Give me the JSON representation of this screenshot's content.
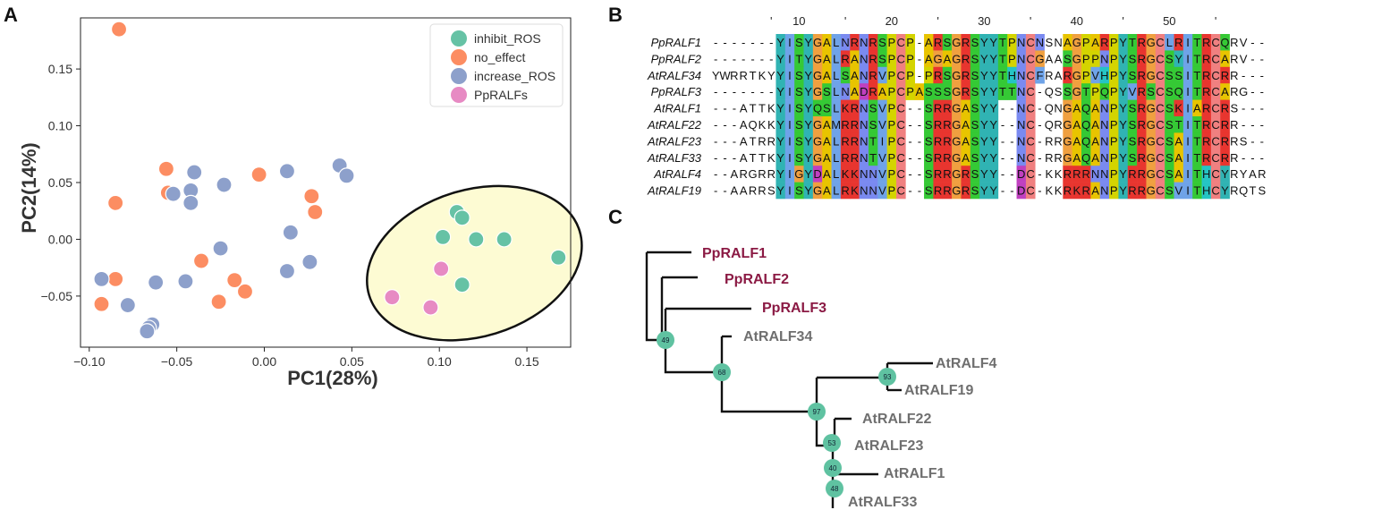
{
  "panels": {
    "a": "A",
    "b": "B",
    "c": "C"
  },
  "colors": {
    "inhibit_ROS": "#66c2a5",
    "no_effect": "#fc8d62",
    "increase_ROS": "#8da0cb",
    "PpRALFs": "#e78ac3",
    "ellipse_fill": "#fdfbd3",
    "tree_pp_label": "#8b1a44",
    "tree_at_label": "#6f6f6f",
    "node": "#5fc2a1"
  },
  "chart_data": {
    "type": "scatter",
    "xlabel": "PC1(28%)",
    "ylabel": "PC2(14%)",
    "xlim": [
      -0.105,
      0.175
    ],
    "ylim": [
      -0.095,
      0.195
    ],
    "x_ticks": [
      -0.1,
      -0.05,
      0.0,
      0.05,
      0.1,
      0.15
    ],
    "x_tick_labels": [
      "−0.10",
      "−0.05",
      "0.00",
      "0.05",
      "0.10",
      "0.15"
    ],
    "y_ticks": [
      -0.05,
      0.0,
      0.05,
      0.1,
      0.15
    ],
    "y_tick_labels": [
      "−0.05",
      "0.00",
      "0.05",
      "0.10",
      "0.15"
    ],
    "grid": false,
    "legend_position": "top-right",
    "series": [
      {
        "name": "inhibit_ROS",
        "color": "#66c2a5",
        "points": [
          [
            0.11,
            0.024
          ],
          [
            0.113,
            0.019
          ],
          [
            0.102,
            0.002
          ],
          [
            0.121,
            0.0
          ],
          [
            0.137,
            0.0
          ],
          [
            0.168,
            -0.016
          ],
          [
            0.113,
            -0.04
          ]
        ]
      },
      {
        "name": "no_effect",
        "color": "#fc8d62",
        "points": [
          [
            -0.083,
            0.185
          ],
          [
            -0.056,
            0.062
          ],
          [
            -0.055,
            0.041
          ],
          [
            -0.085,
            0.032
          ],
          [
            -0.003,
            0.057
          ],
          [
            0.027,
            0.038
          ],
          [
            0.029,
            0.024
          ],
          [
            -0.036,
            -0.019
          ],
          [
            -0.085,
            -0.035
          ],
          [
            -0.017,
            -0.036
          ],
          [
            -0.011,
            -0.046
          ],
          [
            -0.026,
            -0.055
          ],
          [
            -0.093,
            -0.057
          ]
        ]
      },
      {
        "name": "increase_ROS",
        "color": "#8da0cb",
        "points": [
          [
            -0.04,
            0.059
          ],
          [
            -0.042,
            0.043
          ],
          [
            -0.052,
            0.04
          ],
          [
            -0.042,
            0.032
          ],
          [
            -0.023,
            0.048
          ],
          [
            0.013,
            0.06
          ],
          [
            0.043,
            0.065
          ],
          [
            0.047,
            0.056
          ],
          [
            -0.025,
            -0.008
          ],
          [
            0.015,
            0.006
          ],
          [
            0.013,
            -0.028
          ],
          [
            0.026,
            -0.02
          ],
          [
            -0.093,
            -0.035
          ],
          [
            -0.062,
            -0.038
          ],
          [
            -0.045,
            -0.037
          ],
          [
            -0.078,
            -0.058
          ],
          [
            -0.064,
            -0.075
          ],
          [
            -0.066,
            -0.078
          ],
          [
            -0.067,
            -0.081
          ]
        ]
      },
      {
        "name": "PpRALFs",
        "color": "#e78ac3",
        "points": [
          [
            0.101,
            -0.026
          ],
          [
            0.073,
            -0.051
          ],
          [
            0.095,
            -0.06
          ]
        ]
      }
    ]
  },
  "alignment": {
    "positions": [
      {
        "col": 6,
        "label": "'"
      },
      {
        "col": 9,
        "label": "10"
      },
      {
        "col": 14,
        "label": "'"
      },
      {
        "col": 19,
        "label": "20"
      },
      {
        "col": 24,
        "label": "'"
      },
      {
        "col": 29,
        "label": "30"
      },
      {
        "col": 34,
        "label": "'"
      },
      {
        "col": 39,
        "label": "40"
      },
      {
        "col": 44,
        "label": "'"
      },
      {
        "col": 49,
        "label": "50"
      },
      {
        "col": 54,
        "label": "'"
      }
    ],
    "names": [
      "PpRALF1",
      "PpRALF2",
      "AtRALF34",
      "PpRALF3",
      "AtRALF1",
      "AtRALF22",
      "AtRALF23",
      "AtRALF33",
      "AtRALF4",
      "AtRALF19"
    ],
    "sequences": [
      "-------YISYGALNRNRSPCP-ARSGRSYYTPNCNSNAGPARPYTRGCLRITRCQRV--",
      "-------YITYGALRANRSPCP-AGAGRSYYTPNCGAASGPPNPYSRGCSYITRCARV--",
      "YWRRTKYYISYGALSANRVPCP-PRSGRSYYTHNCFRARGPVHPYSRGCSSITRCRR---",
      "-------YISYGSLNADRAPCPASSSGRSYYTTNC-QSSGTPQPYVRSCSQITRCARG--",
      "---ATTKYISYQSLKRNSVPC--SRRGASYY--NC-QNGAQANPYSRGCSKIARCRS---",
      "---AQKKYISYGAMRRNSVPC--SRRGASYY--NC-QRGAQANPYSRGCSTITRCRR---",
      "---ATRRYISYGALRRNTIPC--SRRGASYY--NC-RRGAQANPYSRGCSAITRCRRS--",
      "---ATTKYISYGALRRNTVPC--SRRGASYY--NC-RRGAQANPYSRGCSAITRCRR---",
      "--ARGRRYIGYDALKKNNVPC--SRRGRSYY--DC-KKRRRNNPYRRGCSAITHCYRYAR",
      "--AARRSYISYGALRKNNVPC--SRRGRSYY--DC-KKRKRANPYRRGCSVITHCYRQTS"
    ],
    "residue_colors": {
      "Y": "#30b3b3",
      "I": "#6fa3e8",
      "S": "#35c935",
      "G": "#f0a040",
      "A": "#e8c400",
      "L": "#6fa3e8",
      "T": "#35c935",
      "N": "#7a8af0",
      "R": "#e8352f",
      "K": "#e8352f",
      "P": "#d4d400",
      "C": "#f08080",
      "V": "#6fa3e8",
      "D": "#c040c0",
      "H": "#25c4c4",
      "Q": "#35c935",
      "M": "#6fa3e8",
      "F": "#6fa3e8",
      "W": "#6fa3e8",
      "E": "#c040c0"
    },
    "conserved_columns": [
      7,
      8,
      9,
      10,
      11,
      12,
      13,
      14,
      15,
      16,
      17,
      18,
      19,
      20,
      21,
      22,
      23,
      24,
      25,
      26,
      27,
      28,
      29,
      30,
      31,
      32,
      33,
      34,
      35,
      38,
      39,
      40,
      41,
      42,
      43,
      44,
      45,
      46,
      47,
      48,
      49,
      50,
      51,
      52,
      53,
      54,
      55
    ]
  },
  "tree": {
    "pp_labels": [
      "PpRALF1",
      "PpRALF2",
      "PpRALF3"
    ],
    "at_labels": {
      "AtRALF34": "AtRALF34",
      "AtRALF4": "AtRALF4",
      "AtRALF19": "AtRALF19",
      "AtRALF22": "AtRALF22",
      "AtRALF23": "AtRALF23",
      "AtRALF1": "AtRALF1",
      "AtRALF33": "AtRALF33"
    },
    "bootstrap": {
      "n49": "49",
      "n68": "68",
      "n93": "93",
      "n97": "97",
      "n53": "53",
      "n40": "40",
      "n48": "48"
    }
  }
}
